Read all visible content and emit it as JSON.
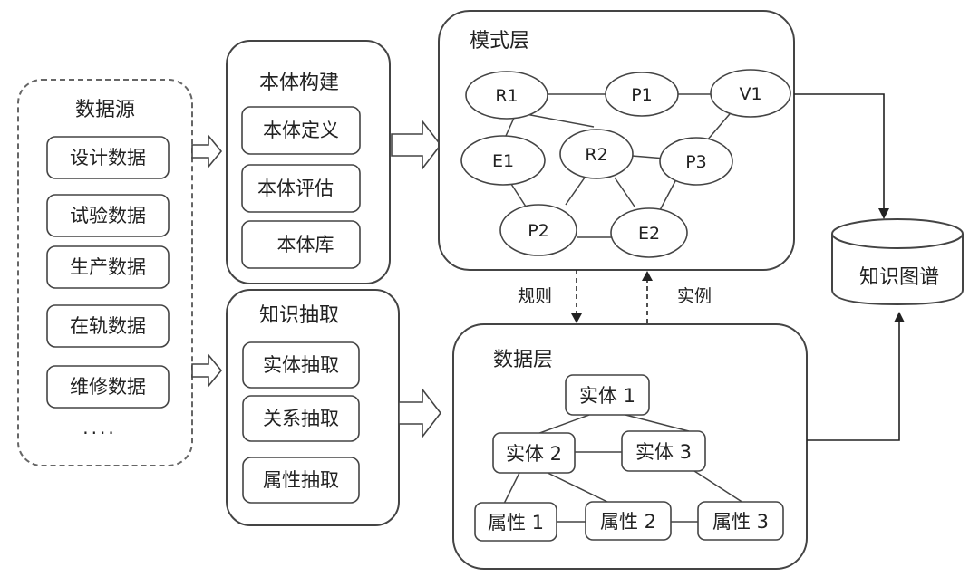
{
  "data_sources": {
    "title": "数据源",
    "items": [
      "设计数据",
      "试验数据",
      "生产数据",
      "在轨数据",
      "维修数据"
    ],
    "ellipsis": "····"
  },
  "ontology_build": {
    "title": "本体构建",
    "items": [
      "本体定义",
      "本体评估",
      "本体库"
    ]
  },
  "knowledge_extraction": {
    "title": "知识抽取",
    "items": [
      "实体抽取",
      "关系抽取",
      "属性抽取"
    ]
  },
  "schema_layer": {
    "title": "模式层",
    "nodes": [
      "R1",
      "P1",
      "V1",
      "E1",
      "R2",
      "P3",
      "P2",
      "E2"
    ]
  },
  "data_layer": {
    "title": "数据层",
    "nodes": [
      "实体 1",
      "实体 2",
      "实体 3",
      "属性 1",
      "属性 2",
      "属性 3"
    ]
  },
  "connectors": {
    "rules_label": "规则",
    "instances_label": "实例"
  },
  "knowledge_graph": {
    "label": "知识图谱"
  }
}
